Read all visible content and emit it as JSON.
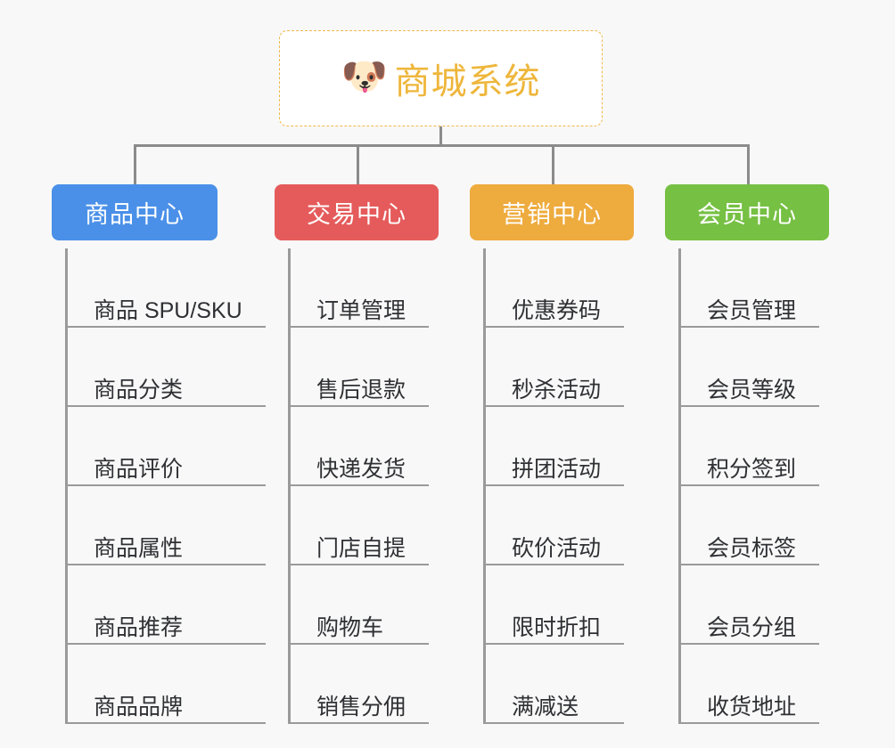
{
  "root": {
    "icon": "dog-face-icon",
    "icon_glyph": "🐶",
    "title": "商城系统",
    "title_color": "#eeb63b",
    "border_color": "#f0b84a",
    "background": "#ffffff"
  },
  "canvas": {
    "background": "#f8f8f8",
    "connector_color": "#8b8b8b"
  },
  "branches": [
    {
      "id": "product-center",
      "label": "商品中心",
      "color": "#4a90e8",
      "items": [
        "商品 SPU/SKU",
        "商品分类",
        "商品评价",
        "商品属性",
        "商品推荐",
        "商品品牌"
      ]
    },
    {
      "id": "trade-center",
      "label": "交易中心",
      "color": "#e55b5b",
      "items": [
        "订单管理",
        "售后退款",
        "快递发货",
        "门店自提",
        "购物车",
        "销售分佣"
      ]
    },
    {
      "id": "marketing-center",
      "label": "营销中心",
      "color": "#eeab3e",
      "items": [
        "优惠券码",
        "秒杀活动",
        "拼团活动",
        "砍价活动",
        "限时折扣",
        "满减送"
      ]
    },
    {
      "id": "member-center",
      "label": "会员中心",
      "color": "#76c043",
      "items": [
        "会员管理",
        "会员等级",
        "积分签到",
        "会员标签",
        "会员分组",
        "收货地址"
      ]
    }
  ]
}
